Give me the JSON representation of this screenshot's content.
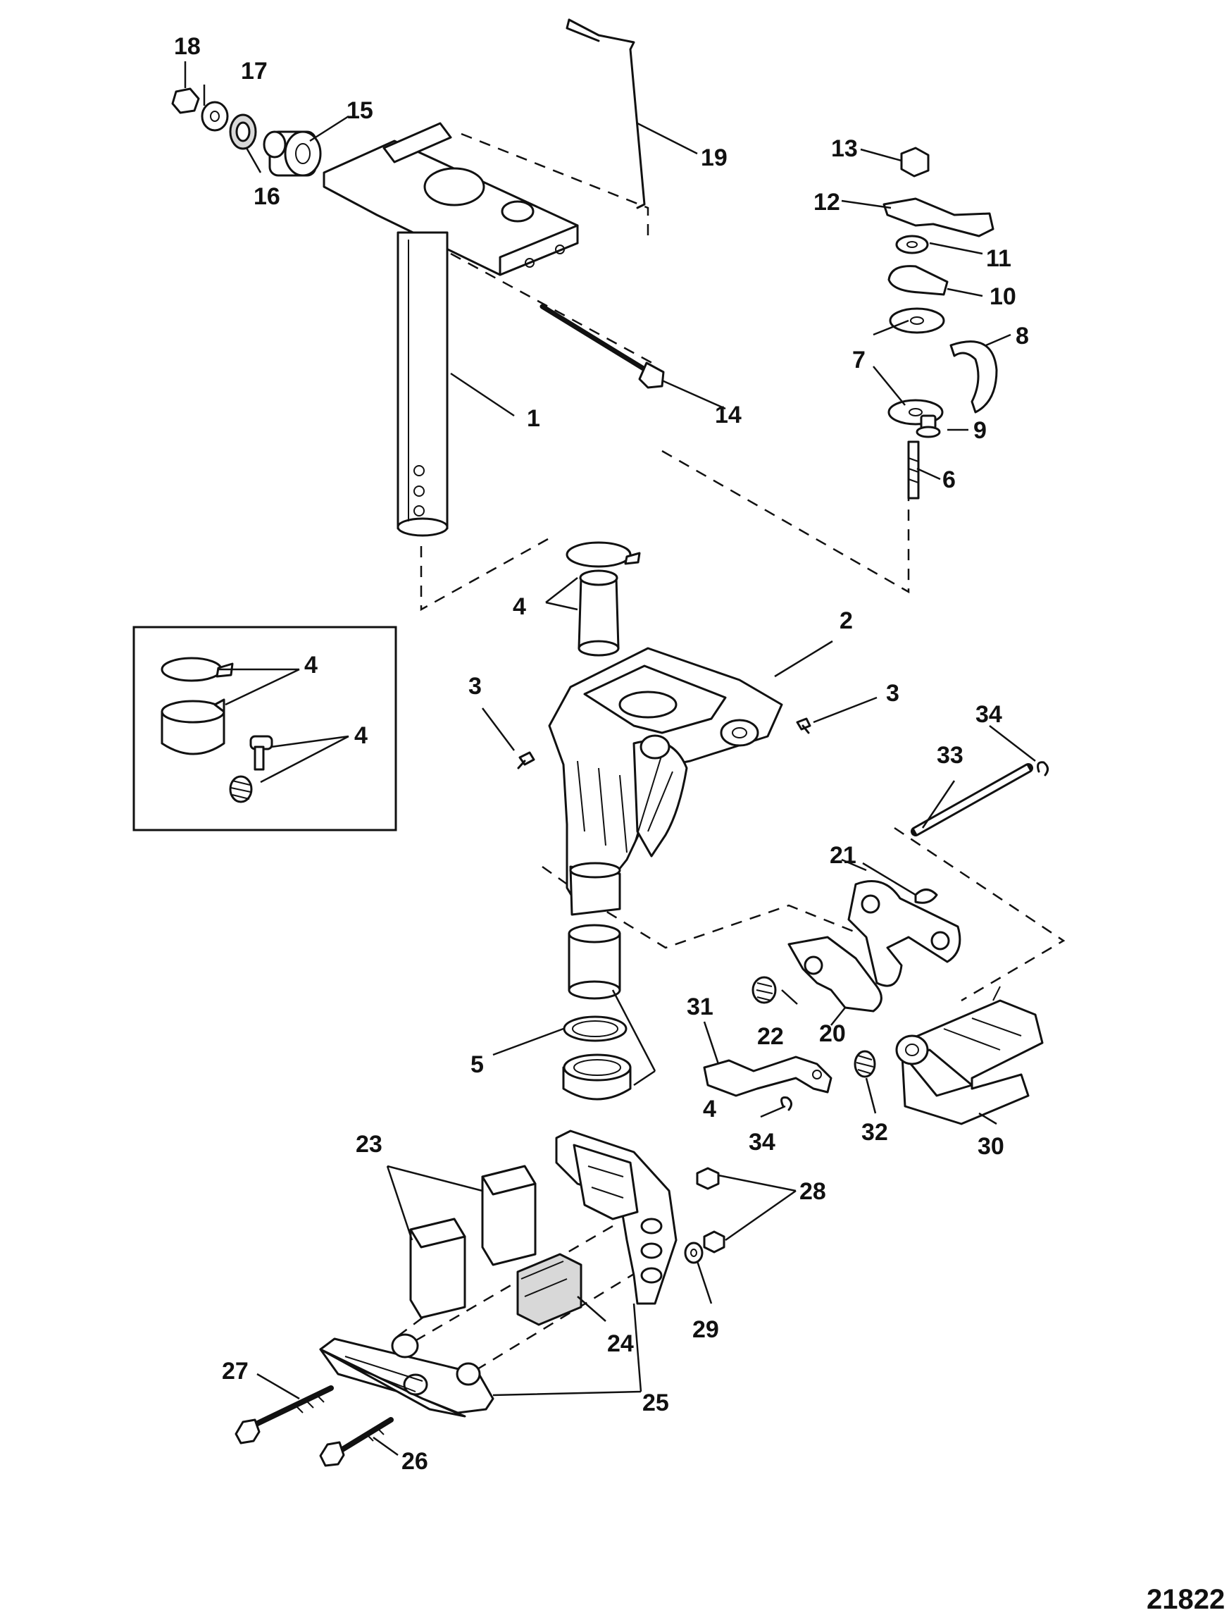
{
  "figure_number": "21822",
  "callouts": [
    "1",
    "2",
    "3",
    "3",
    "4",
    "4",
    "4",
    "4",
    "5",
    "6",
    "7",
    "8",
    "9",
    "10",
    "11",
    "12",
    "13",
    "14",
    "15",
    "16",
    "17",
    "18",
    "19",
    "20",
    "21",
    "22",
    "23",
    "24",
    "25",
    "26",
    "27",
    "28",
    "29",
    "30",
    "31",
    "32",
    "33",
    "34",
    "34"
  ],
  "colors": {
    "ink": "#111111",
    "paper": "#ffffff",
    "shade": "#d8d8d8"
  }
}
